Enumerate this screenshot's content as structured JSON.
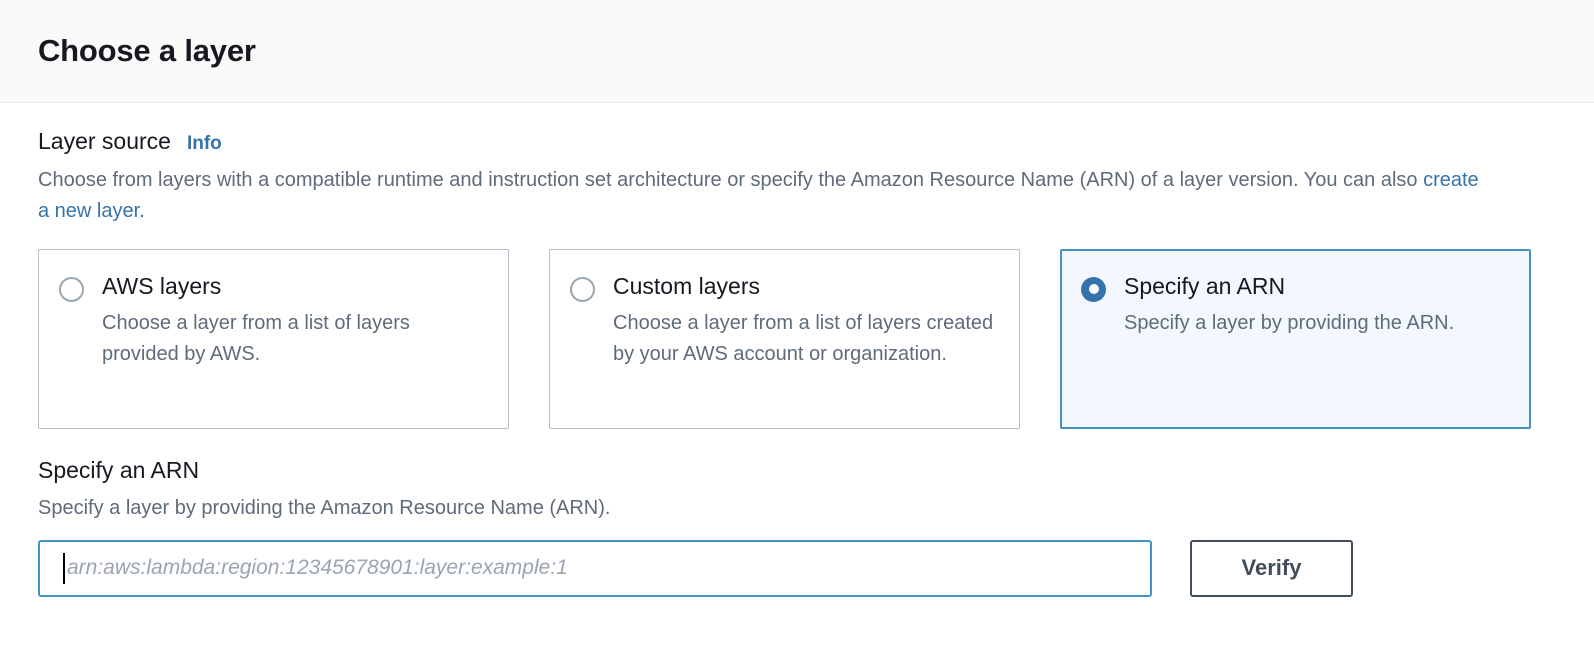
{
  "header": {
    "title": "Choose a layer"
  },
  "layer_source": {
    "label": "Layer source",
    "info_label": "Info",
    "description_before_link": "Choose from layers with a compatible runtime and instruction set architecture or specify the Amazon Resource Name (ARN) of a layer version. You can also ",
    "description_link": "create a new layer",
    "description_after_link": ".",
    "selected_option": "Specify an ARN",
    "options": [
      {
        "title": "AWS layers",
        "description": "Choose a layer from a list of layers provided by AWS.",
        "selected": false
      },
      {
        "title": "Custom layers",
        "description": "Choose a layer from a list of layers created by your AWS account or organization.",
        "selected": false
      },
      {
        "title": "Specify an ARN",
        "description": "Specify a layer by providing the ARN.",
        "selected": true
      }
    ]
  },
  "arn_section": {
    "title": "Specify an ARN",
    "description": "Specify a layer by providing the Amazon Resource Name (ARN).",
    "input_value": "",
    "input_placeholder": "arn:aws:lambda:region:12345678901:layer:example:1",
    "verify_label": "Verify"
  },
  "colors": {
    "header_background": "#fafafa",
    "header_border": "#e9ebed",
    "link_blue": "#3574ab",
    "selected_tile_background": "#f2f8fd",
    "selected_tile_border": "#4493c4",
    "input_focus_border": "#4493c4",
    "tile_border": "#b6bec9",
    "text_primary": "#16191f",
    "text_secondary": "#5f6b7a",
    "button_border": "#414d5c"
  }
}
